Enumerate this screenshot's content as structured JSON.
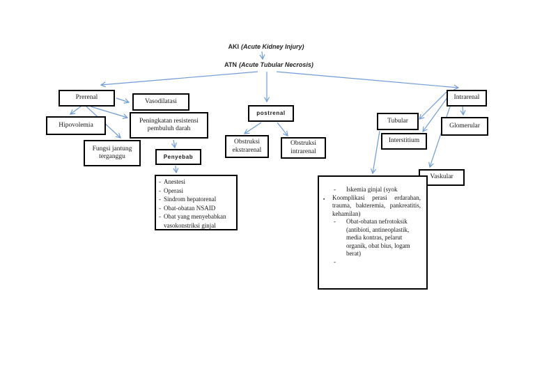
{
  "header": {
    "aki": {
      "abbr": "AKI",
      "full": "(Acute Kidney Injury)"
    },
    "atn": {
      "abbr": "ATN",
      "full": "(Acute Tubular Necrosis)"
    }
  },
  "nodes": {
    "prerenal": "Prerenal",
    "vasodilatasi": "Vasodilatasi",
    "hipovolemia": "Hipovolemia",
    "peningkatan_resistensi": "Peningkatan resistensi pembuluh darah",
    "fungsi_jantung": "Fungsi jantung terganggu",
    "penyebab": "Penyebab",
    "postrenal": "postrenal",
    "obstruksi_ekstrarenal": "Obstruksi ekstrarenal",
    "obstruksi_intrarenal": "Obstruksi intrarenal",
    "intrarenal": "Intrarenal",
    "tubular": "Tubular",
    "glomerular": "Glomerular",
    "interstitium": "Interstitium",
    "vaskular": "Vaskular"
  },
  "penyebab_causes": [
    "Anestesi",
    "Operasi",
    "Sindrom hepatorenal",
    "Obat-obatan NSAID",
    "Obat yang menyebabkan vasokonstriksi ginjal"
  ],
  "tubular_causes": {
    "item1": "Iskemia ginjal (syok",
    "item2": "Koomplikasi perasi erdarahan, trauma, bakteremia, pankreatitis, kehamilan)",
    "item3": "Obat-obatan nefrotoksik (antibioti, antineoplastik, media kontras, pelarut organik, obat bius, logam berat)",
    "item4": ""
  },
  "markers": {
    "dash": "-",
    "square": "▪"
  },
  "colors": {
    "arrow": "#6f9bd5",
    "box_border": "#000000",
    "text": "#161616",
    "background": "#ffffff"
  }
}
